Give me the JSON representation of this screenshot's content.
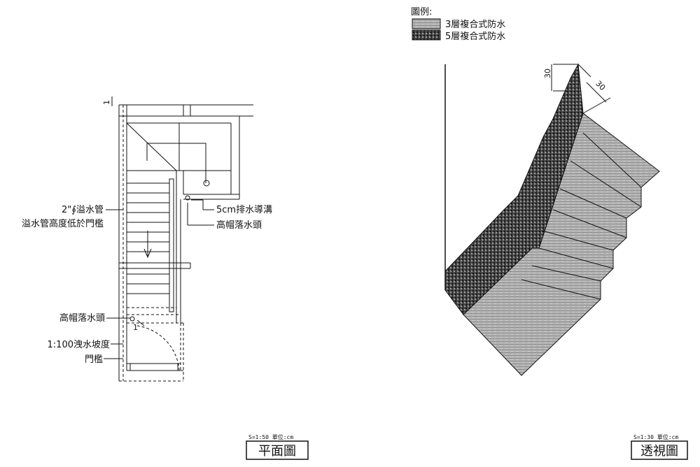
{
  "legend": {
    "title": "圖例:",
    "items": [
      {
        "swatch": "light",
        "label": "3層複合式防水"
      },
      {
        "swatch": "dark",
        "label": "5層複合式防水"
      }
    ]
  },
  "plan": {
    "labels": {
      "overflow_pipe": "2\"∮溢水管",
      "overflow_note": "溢水管高度低於門檻",
      "drain_channel": "5cm排水導溝",
      "drain_head_right": "高帽落水頭",
      "drain_head_left": "高帽落水頭",
      "slope": "1:100洩水坡度",
      "threshold": "門檻",
      "dim_top": "1",
      "dim_small": "1"
    },
    "scale": "S=1:50  單位:cm",
    "title": "平面圖"
  },
  "perspective": {
    "dim_vertical": "30",
    "dim_diagonal": "30",
    "scale": "S=1:30  單位:cm",
    "title": "透視圖"
  },
  "colors": {
    "line": "#111111",
    "light_fill": "#a9a9a9",
    "dark_fill": "#3a3a3a"
  }
}
